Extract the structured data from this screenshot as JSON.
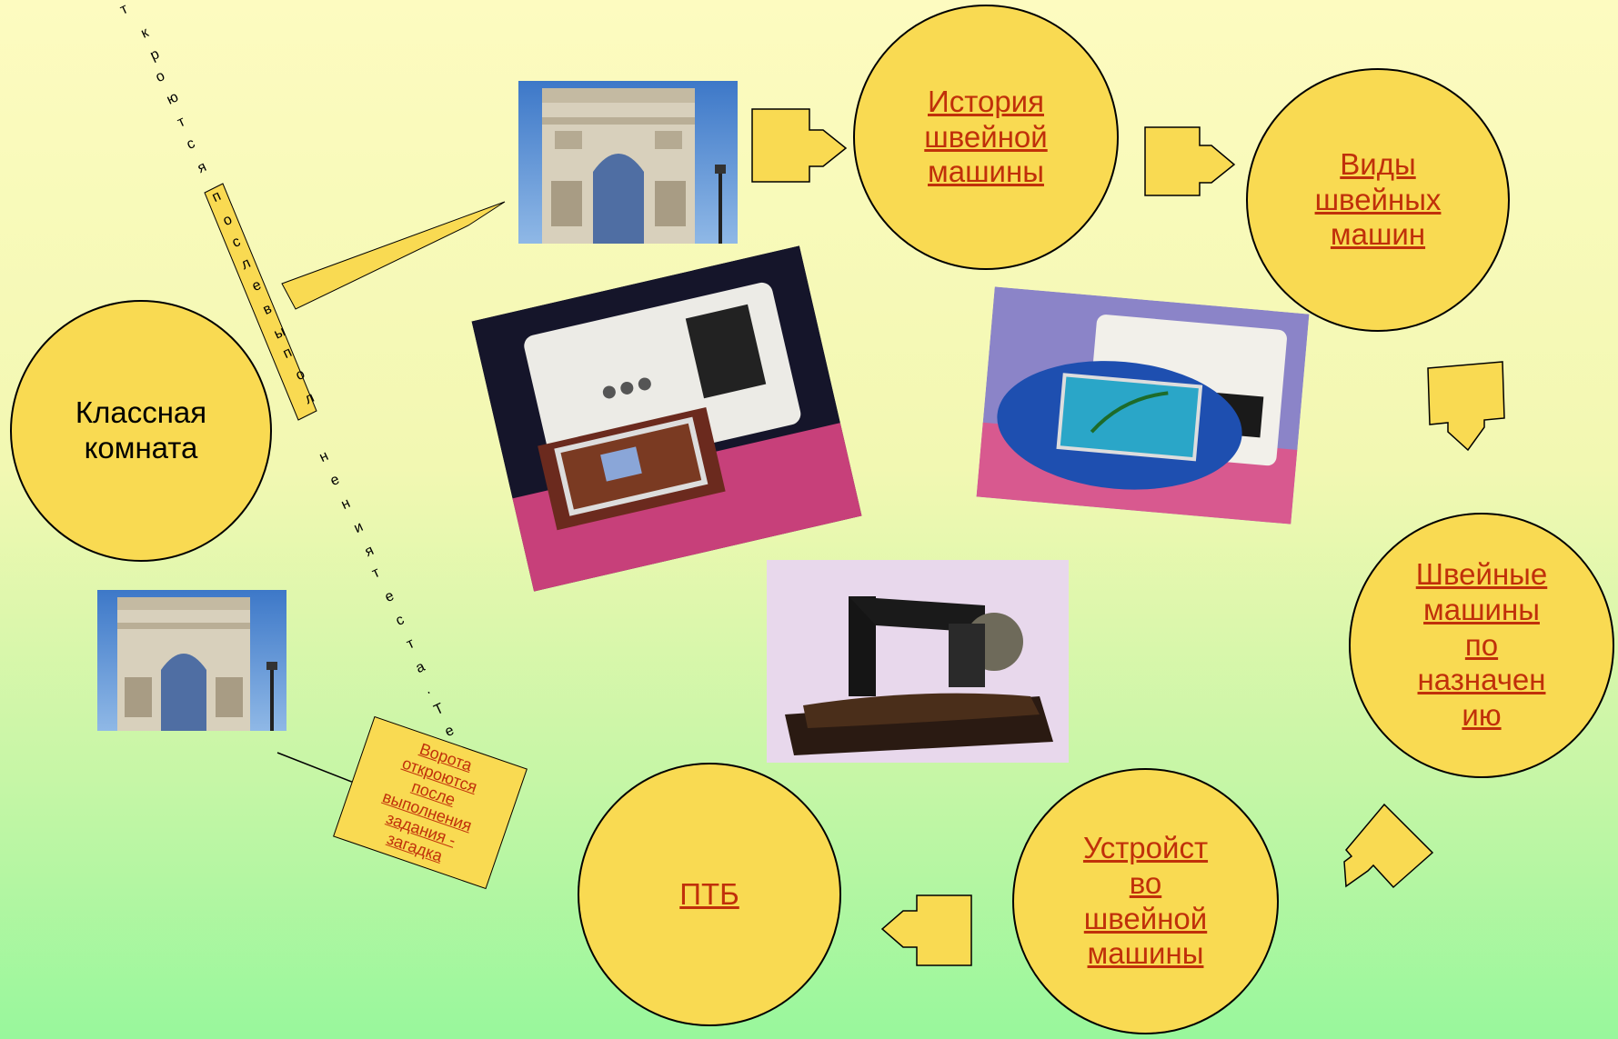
{
  "circles": {
    "classroom": "Классная\nкомната",
    "history": "История\n швейной\nмашины",
    "types": "Виды\nшвейных\nмашин",
    "purpose": "Швейные\n машины\nпо\nназначен\nию",
    "device": "Устройст\nво\nшвейной\nмашины",
    "safety": "ПТБ"
  },
  "riddle_box": "Ворота\nоткроются\nпосле\nвыполнения\nзадания -\nзагадка",
  "diagonal_text": "т к р о ю т с я п о с л е в ы п о л н е н и я т е с т а . Т е",
  "images": {
    "arch_top": "arc-de-triomphe-photo",
    "arch_bottom": "arc-de-triomphe-photo",
    "embroidery_machine_1": "embroidery-machine-photo",
    "embroidery_machine_2": "embroidery-machine-photo",
    "antique_machine": "antique-sewing-machine-photo"
  },
  "colors": {
    "circle_fill": "#f9da52",
    "link": "#c0300a",
    "bg_top": "#fdfbc0",
    "bg_bottom": "#98f79c"
  }
}
